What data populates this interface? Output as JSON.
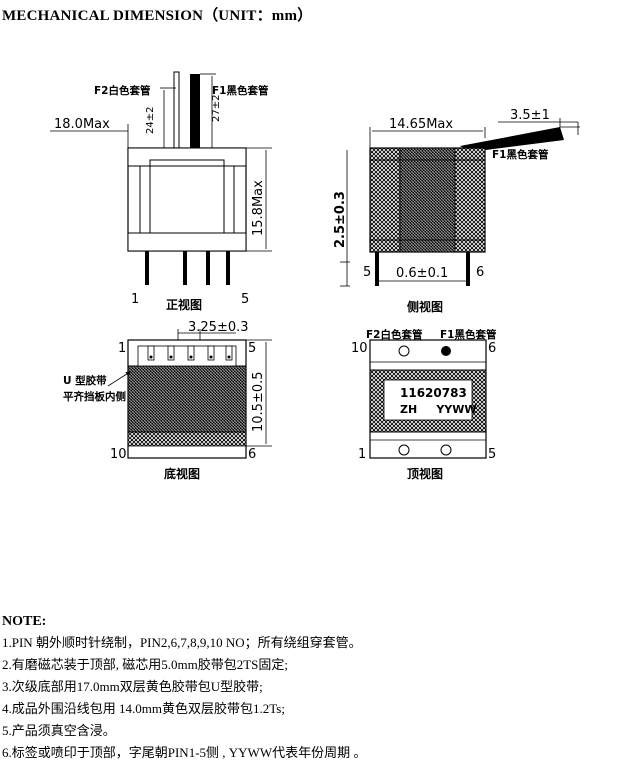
{
  "title": "MECHANICAL DIMENSION（UNIT：mm）",
  "front": {
    "f2": "F2白色套管",
    "f1": "F1黑色套管",
    "lead_left": "24±2",
    "lead_right": "27±2",
    "width": "18.0Max",
    "height": "15.8Max",
    "pin_left": "1",
    "pin_right": "5",
    "caption": "正视图"
  },
  "side": {
    "width": "14.65Max",
    "lead": "3.5±1",
    "f1": "F1黑色套管",
    "height": "2.5±0.3",
    "pin_left": "5",
    "pin_right": "6",
    "pin_dia": "0.6±0.1",
    "caption": "侧视图"
  },
  "bottom": {
    "pitch": "3.25±0.3",
    "pin_tl": "1",
    "pin_tr": "5",
    "pin_bl": "10",
    "pin_br": "6",
    "tape_note_1": "U 型胶带",
    "tape_note_2": "平齐挡板内侧",
    "row_span": "10.5±0.5",
    "caption": "底视图"
  },
  "top": {
    "f2": "F2白色套管",
    "f1": "F1黑色套管",
    "pin_tl": "10",
    "pin_tr": "6",
    "pin_bl": "1",
    "pin_br": "5",
    "part_number": "11620783",
    "marking": "ZH     YYWW",
    "caption": "顶视图"
  },
  "notes": {
    "heading": "NOTE:",
    "lines": [
      "1.PIN 朝外顺时针绕制，PIN2,6,7,8,9,10 NO；所有绕组穿套管。",
      "2.有磨磁芯装于顶部, 磁芯用5.0mm胶带包2TS固定;",
      "3.次级底部用17.0mm双层黄色胶带包U型胶带;",
      "4.成品外围沿线包用 14.0mm黄色双层胶带包1.2Ts;",
      "5.产品须真空含浸。",
      "6.标签或喷印于顶部，字尾朝PIN1-5侧 , YYWW代表年份周期 。"
    ]
  }
}
